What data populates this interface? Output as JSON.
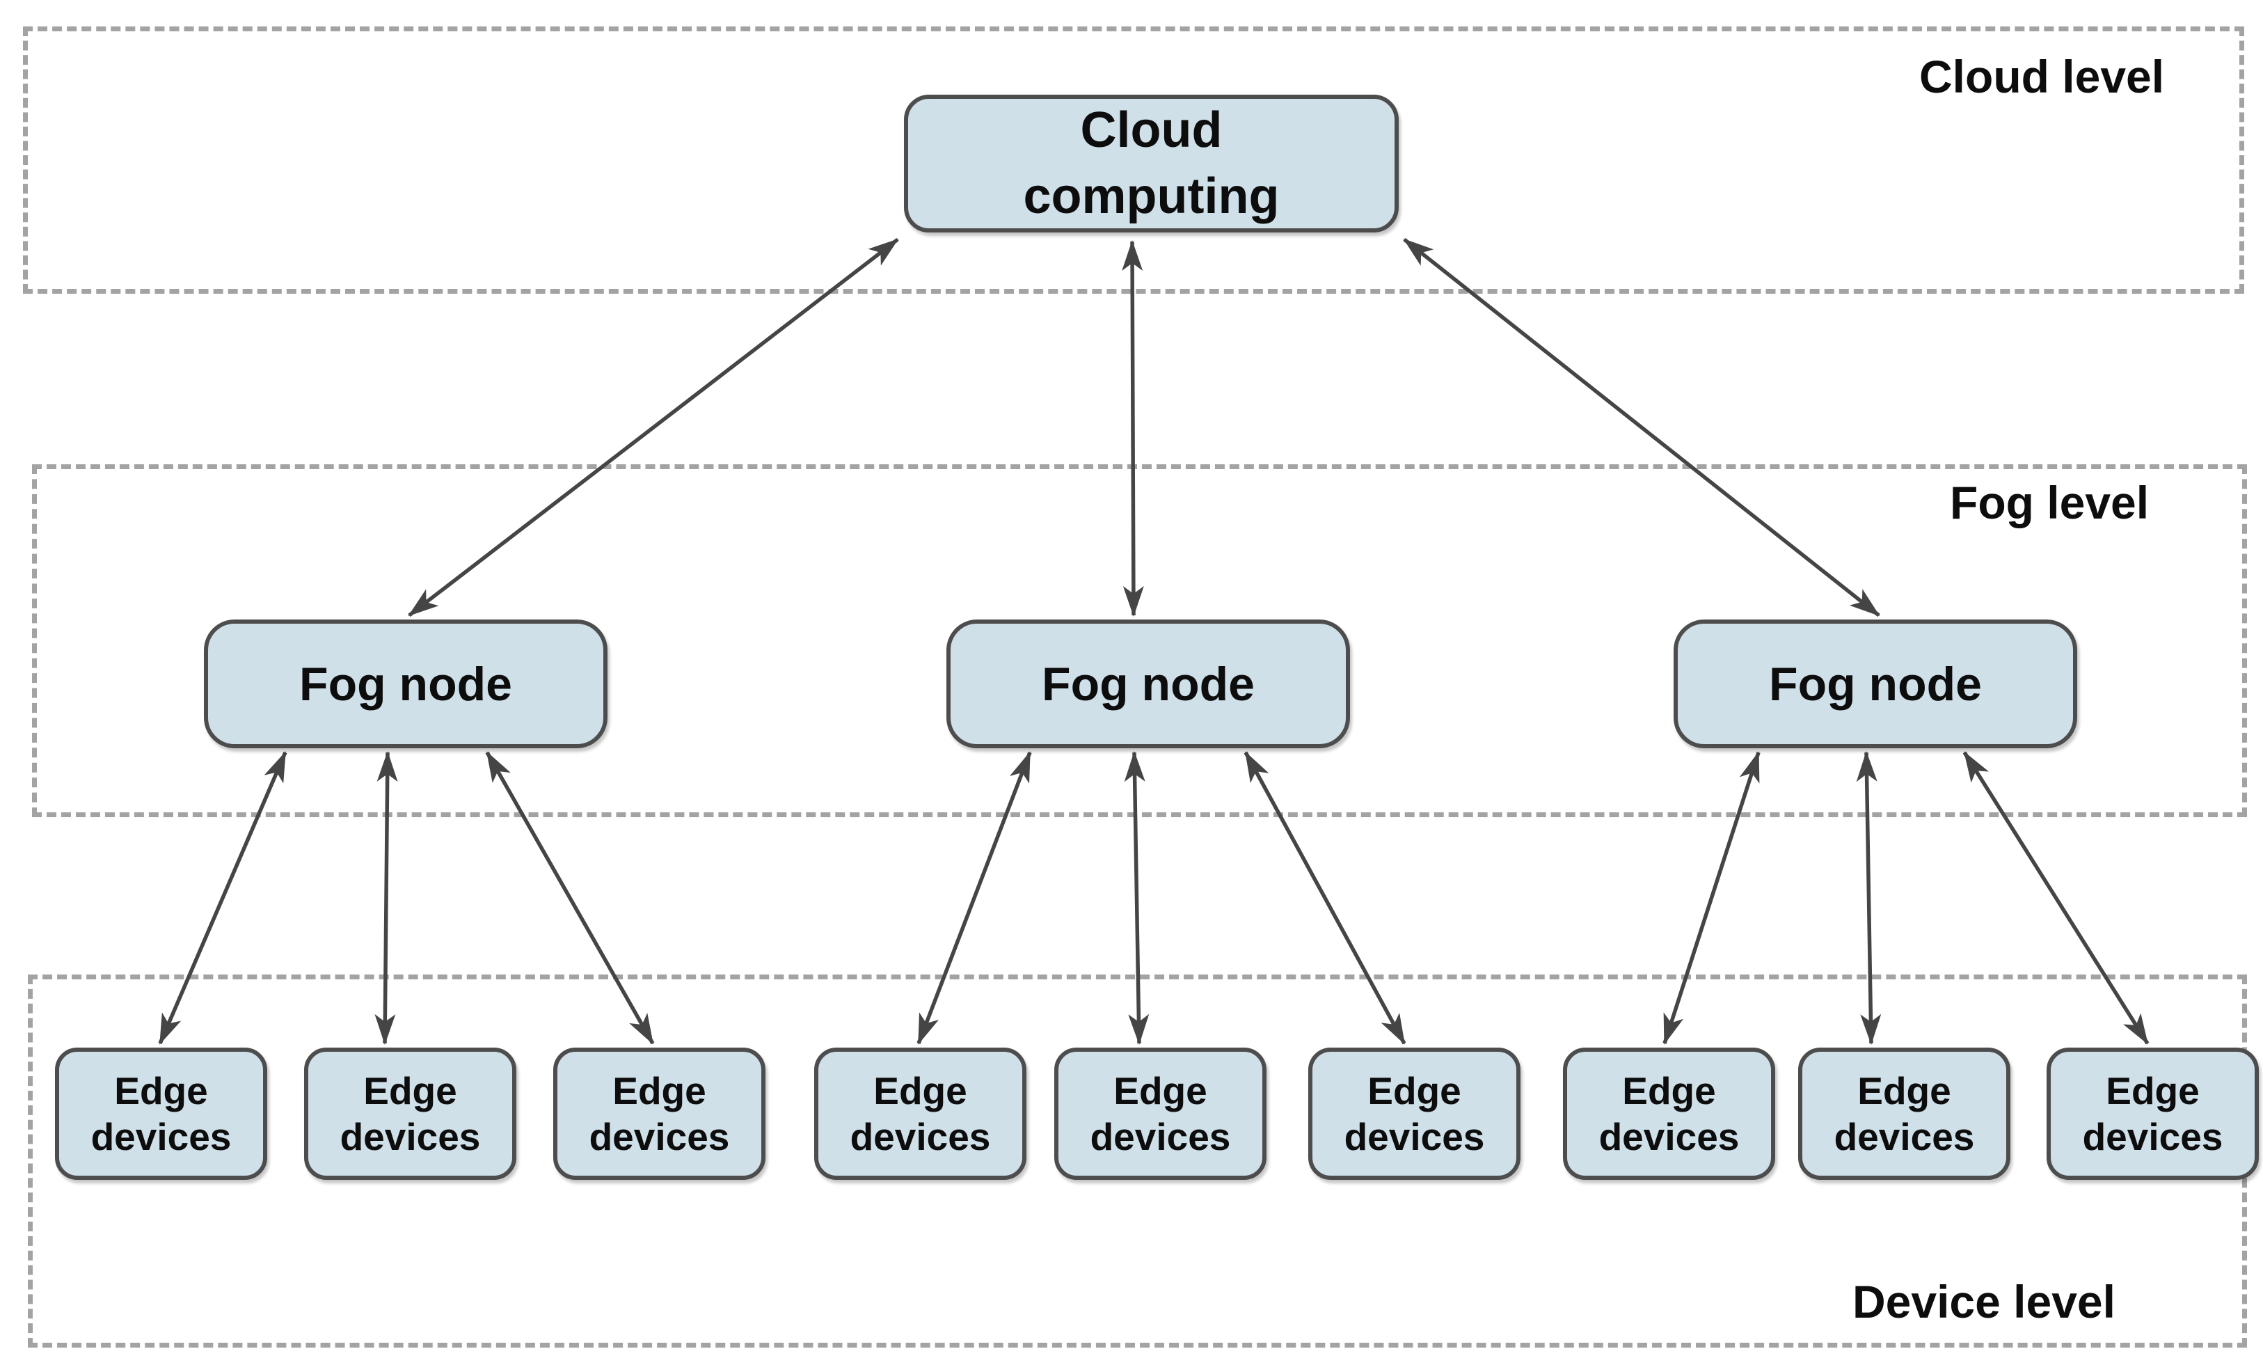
{
  "title": "Fog computing three-level architecture diagram",
  "colors": {
    "background": "#ffffff",
    "node_fill": "#cfe0e9",
    "node_border": "#4d4d4d",
    "region_dashed_border": "#a3a3a3",
    "arrow": "#454545",
    "text": "#0d0d0d"
  },
  "regions": {
    "cloud": {
      "label": "Cloud level"
    },
    "fog": {
      "label": "Fog level"
    },
    "device": {
      "label": "Device level"
    }
  },
  "nodes": {
    "cloud": {
      "label": "Cloud computing"
    },
    "fog": [
      {
        "label": "Fog node"
      },
      {
        "label": "Fog node"
      },
      {
        "label": "Fog node"
      }
    ],
    "edge": [
      {
        "label": "Edge devices"
      },
      {
        "label": "Edge devices"
      },
      {
        "label": "Edge devices"
      },
      {
        "label": "Edge devices"
      },
      {
        "label": "Edge devices"
      },
      {
        "label": "Edge devices"
      },
      {
        "label": "Edge devices"
      },
      {
        "label": "Edge devices"
      },
      {
        "label": "Edge devices"
      }
    ]
  },
  "connections": [
    {
      "from": "Cloud computing",
      "to": "Fog node 1",
      "bidirectional": true
    },
    {
      "from": "Cloud computing",
      "to": "Fog node 2",
      "bidirectional": true
    },
    {
      "from": "Cloud computing",
      "to": "Fog node 3",
      "bidirectional": true
    },
    {
      "from": "Fog node 1",
      "to": "Edge devices 1",
      "bidirectional": true
    },
    {
      "from": "Fog node 1",
      "to": "Edge devices 2",
      "bidirectional": true
    },
    {
      "from": "Fog node 1",
      "to": "Edge devices 3",
      "bidirectional": true
    },
    {
      "from": "Fog node 2",
      "to": "Edge devices 4",
      "bidirectional": true
    },
    {
      "from": "Fog node 2",
      "to": "Edge devices 5",
      "bidirectional": true
    },
    {
      "from": "Fog node 2",
      "to": "Edge devices 6",
      "bidirectional": true
    },
    {
      "from": "Fog node 3",
      "to": "Edge devices 7",
      "bidirectional": true
    },
    {
      "from": "Fog node 3",
      "to": "Edge devices 8",
      "bidirectional": true
    },
    {
      "from": "Fog node 3",
      "to": "Edge devices 9",
      "bidirectional": true
    }
  ]
}
